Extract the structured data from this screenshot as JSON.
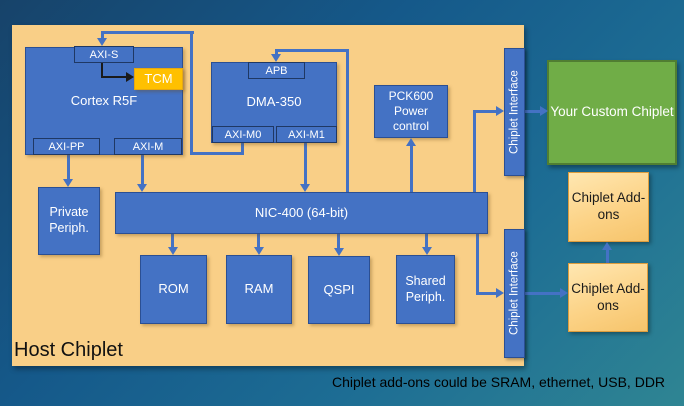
{
  "title": {
    "host": "Host Chiplet",
    "caption": "Chiplet add-ons could be SRAM, ethernet, USB, DDR"
  },
  "blocks": {
    "cortex": "Cortex R5F",
    "tcm": "TCM",
    "axi_s": "AXI-S",
    "axi_pp": "AXI-PP",
    "axi_m": "AXI-M",
    "dma": "DMA-350",
    "apb": "APB",
    "axi_m0": "AXI-M0",
    "axi_m1": "AXI-M1",
    "pck600": "PCK600 Power control",
    "nic": "NIC-400 (64-bit)",
    "private_periph": "Private Periph.",
    "rom": "ROM",
    "ram": "RAM",
    "qspi": "QSPI",
    "shared_periph": "Shared Periph.",
    "iface_top": "Chiplet Interface",
    "iface_bottom": "Chiplet Interface",
    "custom_chiplet": "Your Custom Chiplet",
    "addons_top": "Chiplet Add-ons",
    "addons_bottom": "Chiplet Add-ons"
  },
  "colors": {
    "background_top_left": "#17436A",
    "background_bottom_right": "#2F8593",
    "host_fill": "#F9CF87",
    "block_blue": "#4472C4",
    "tcm_orange": "#FFC000",
    "custom_green": "#70AD47",
    "addons_gold": "#FCD387",
    "connector_blue": "#4472C4",
    "connector_black": "#1A1A1A"
  }
}
